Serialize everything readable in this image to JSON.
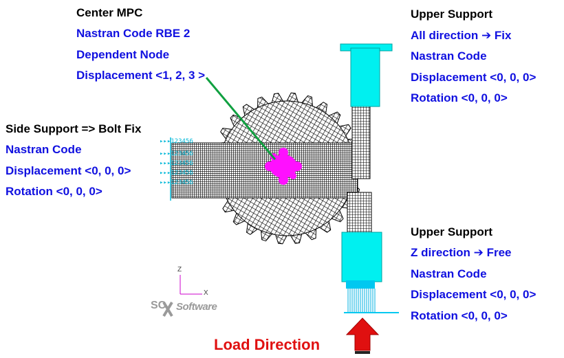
{
  "center_mpc": {
    "title": "Center MPC",
    "line1": "Nastran Code RBE 2",
    "line2": "Dependent Node",
    "line3": "Displacement <1, 2, 3 >"
  },
  "upper_support_top": {
    "title": "Upper Support",
    "line1": "All direction ➔ Fix",
    "line2": "Nastran Code",
    "line3": "Displacement <0, 0, 0>",
    "line4": "Rotation <0, 0, 0>"
  },
  "side_support": {
    "title": "Side Support => Bolt Fix",
    "line1": "Nastran Code",
    "line2": "Displacement <0, 0, 0>",
    "line3": "Rotation <0, 0, 0>"
  },
  "upper_support_bottom": {
    "title": "Upper Support",
    "line1": "Z direction ➔ Free",
    "line2": "Nastran Code",
    "line3": "Displacement <0, 0, 0>",
    "line4": "Rotation <0, 0, 0>"
  },
  "load": {
    "label": "Load Direction"
  },
  "axes": {
    "z": "Z",
    "x": "X"
  },
  "logo": {
    "mark": "SC",
    "text": "Software"
  },
  "constraint_code": "123456",
  "colors": {
    "mesh": "#000000",
    "fixture": "#00f0f0",
    "mpc": "#ff10ff",
    "leader": "#10a040",
    "load_arrow": "#e01010",
    "label_blue": "#1010e0"
  }
}
